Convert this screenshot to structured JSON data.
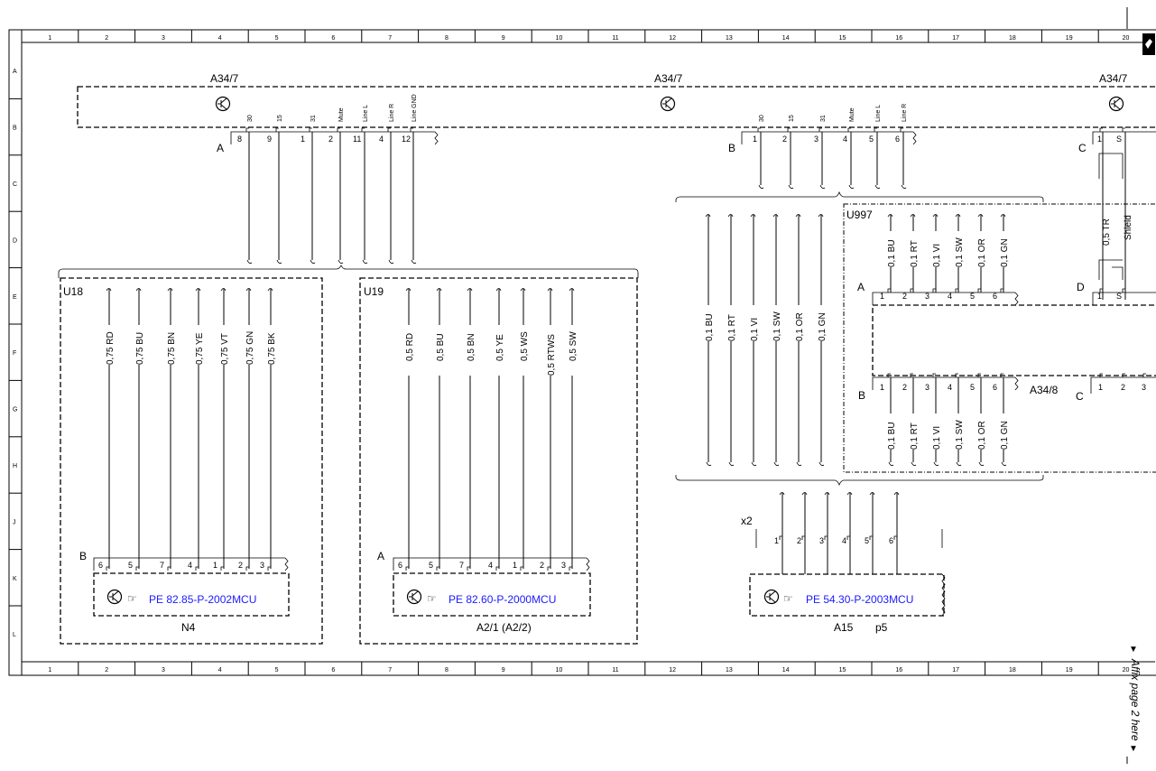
{
  "columns": [
    "1",
    "2",
    "3",
    "4",
    "5",
    "6",
    "7",
    "8",
    "9",
    "10",
    "11",
    "12",
    "13",
    "14",
    "15",
    "16",
    "17",
    "18",
    "19",
    "20"
  ],
  "rows": [
    "A",
    "B",
    "C",
    "D",
    "E",
    "F",
    "G",
    "H",
    "J",
    "K",
    "L"
  ],
  "margin_note": "Affix page 2 here",
  "components": {
    "a34_7_left": "A34/7",
    "a34_7_mid": "A34/7",
    "a34_7_right": "A34/7",
    "a34_8": "A34/8",
    "u18": "U18",
    "u19": "U19",
    "u997": "U997",
    "n4": "N4",
    "a2_1": "A2/1  (A2/2)",
    "a15": "A15",
    "p5": "p5",
    "x2": "x2"
  },
  "connector_letters": {
    "a34_7_A": "A",
    "a34_7_B": "B",
    "a34_7_C": "C",
    "a34_7_D": "D",
    "u997_A": "A",
    "a34_8_B": "B",
    "a34_8_C": "C",
    "n4_B": "B",
    "a2_A": "A"
  },
  "a34_7_conn_A": {
    "signals": [
      "30",
      "15",
      "31",
      "Mute",
      "Line L",
      "Line R",
      "Line GND"
    ],
    "pins": [
      "8",
      "9",
      "1",
      "2",
      "11",
      "4",
      "12"
    ]
  },
  "a34_7_conn_B": {
    "signals": [
      "30",
      "15",
      "31",
      "Mute",
      "Line L",
      "Line R"
    ],
    "pins": [
      "1",
      "2",
      "3",
      "4",
      "5",
      "6"
    ]
  },
  "a34_7_conn_C": {
    "pins": [
      "1",
      "S"
    ],
    "wires": [
      "0,5 TR",
      "Shield"
    ]
  },
  "a34_7_conn_D": {
    "pins": [
      "1",
      "S"
    ]
  },
  "u997_wires": [
    "0,1 BU",
    "0,1 RT",
    "0,1 VI",
    "0,1 SW",
    "0,1 OR",
    "0,1 GN"
  ],
  "u997_pins_A": [
    "1",
    "2",
    "3",
    "4",
    "5",
    "6"
  ],
  "a34_8_pins_B": [
    "1",
    "2",
    "3",
    "4",
    "5",
    "6"
  ],
  "a34_8_pins_C": [
    "1",
    "2",
    "3"
  ],
  "a34_8_wires": [
    "0,1 BU",
    "0,1 RT",
    "0,1 VI",
    "0,1 SW",
    "0,1 OR",
    "0,1 GN"
  ],
  "bundle_wires": [
    "0,1 BU",
    "0,1 RT",
    "0,1 VI",
    "0,1 SW",
    "0,1 OR",
    "0,1 GN"
  ],
  "u18_wires": [
    "0,75 RD",
    "0,75 BU",
    "0,75 BN",
    "0,75 YE",
    "0,75 VT",
    "0,75 GN",
    "0,75 BK"
  ],
  "n4_pins": [
    "6",
    "5",
    "7",
    "4",
    "1",
    "2",
    "3"
  ],
  "u19_wires": [
    "0,5 RD",
    "0,5 BU",
    "0,5 BN",
    "0,5 YE",
    "0,5 WS",
    "0,5 RTWS",
    "0,5 SW"
  ],
  "a2_pins": [
    "6",
    "5",
    "7",
    "4",
    "1",
    "2",
    "3"
  ],
  "x2_pins": [
    "1",
    "2",
    "3",
    "4",
    "5",
    "6"
  ],
  "refs": {
    "n4": "PE 82.85-P-2002MCU",
    "a2": "PE 82.60-P-2000MCU",
    "a15": "PE 54.30-P-2003MCU"
  },
  "icons": [
    "transistor-symbol-icon",
    "pointing-hand-icon",
    "document-icon"
  ]
}
